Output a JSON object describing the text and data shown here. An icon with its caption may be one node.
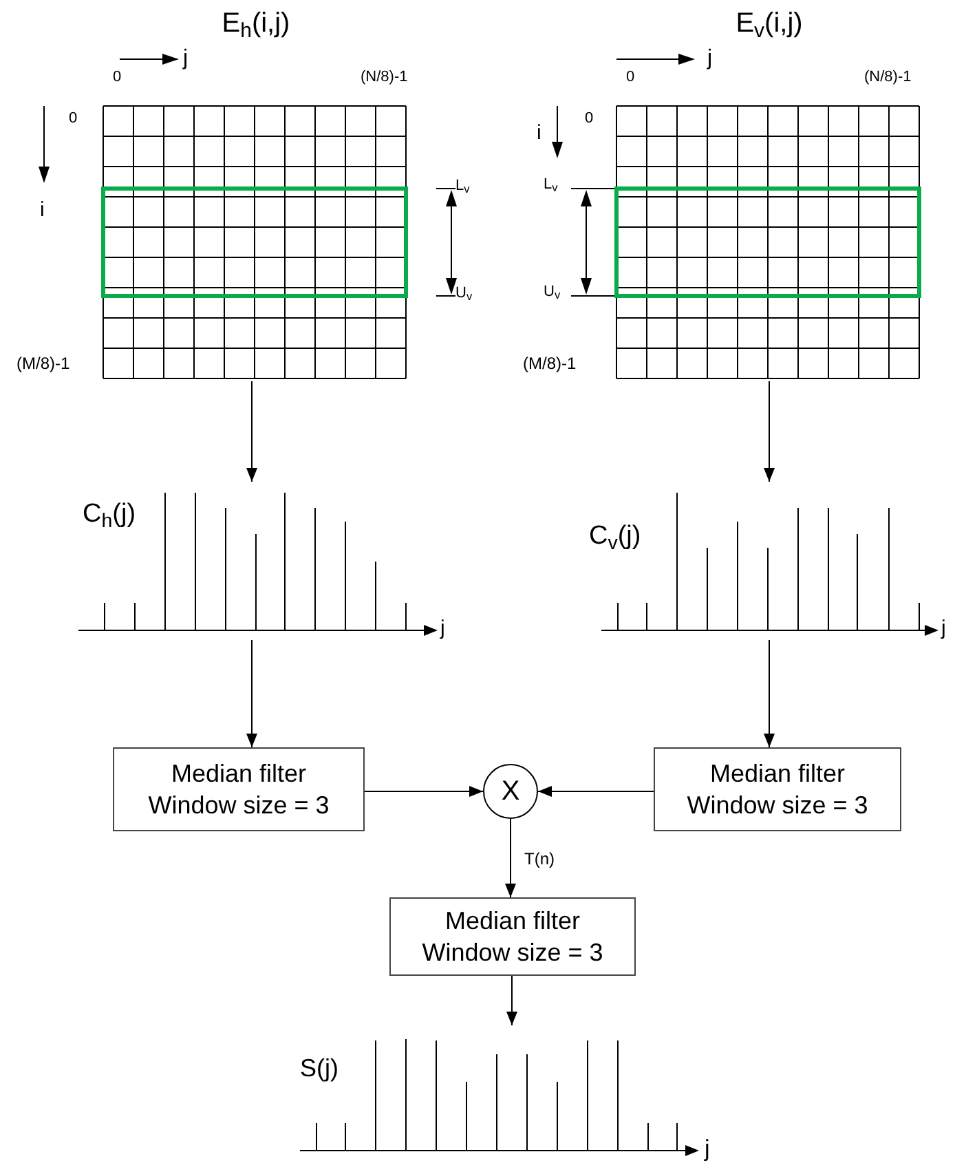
{
  "diagram": {
    "nodes": [
      {
        "text": [
          "E$_{h}$(i,j)"
        ]
      },
      {
        "text": [
          "E$_{v}$(i,j)"
        ]
      },
      {
        "text": [
          "C$_{h}$(j)"
        ]
      },
      {
        "text": [
          "C$_{v}$(j)"
        ]
      },
      {
        "text": [
          "Median filter Window size = 3"
        ]
      },
      {
        "text": [
          "X"
        ]
      },
      {
        "text": [
          "Median filter Window size = 3"
        ]
      },
      {
        "text": [
          "Median filter Window size = 3"
        ]
      },
      {
        "text": [
          "S(j)"
        ]
      }
    ],
    "edges": [
      {
        "from": 0,
        "to": 2,
        "arrow": "to"
      },
      {
        "from": 1,
        "to": 3,
        "arrow": "to"
      },
      {
        "from": 2,
        "to": 4,
        "arrow": "to"
      },
      {
        "from": 3,
        "to": 6,
        "arrow": "to"
      },
      {
        "from": 4,
        "to": 5,
        "arrow": "to"
      },
      {
        "from": 6,
        "to": 5,
        "arrow": "to"
      },
      {
        "from": 5,
        "to": 7,
        "arrow": "to",
        "label": "T(n)"
      },
      {
        "from": 7,
        "to": 8,
        "arrow": "to"
      }
    ],
    "labels": [
      "j",
      "0",
      "(N/8)-1",
      "0",
      "i",
      "L$_{v}$",
      "U$_{v}$",
      "(M/8)-1",
      "j",
      "0",
      "(N/8)-1",
      "i",
      "0",
      "L$_{v}$",
      "U$_{v}$",
      "(M/8)-1",
      "j",
      "j",
      "j"
    ]
  }
}
